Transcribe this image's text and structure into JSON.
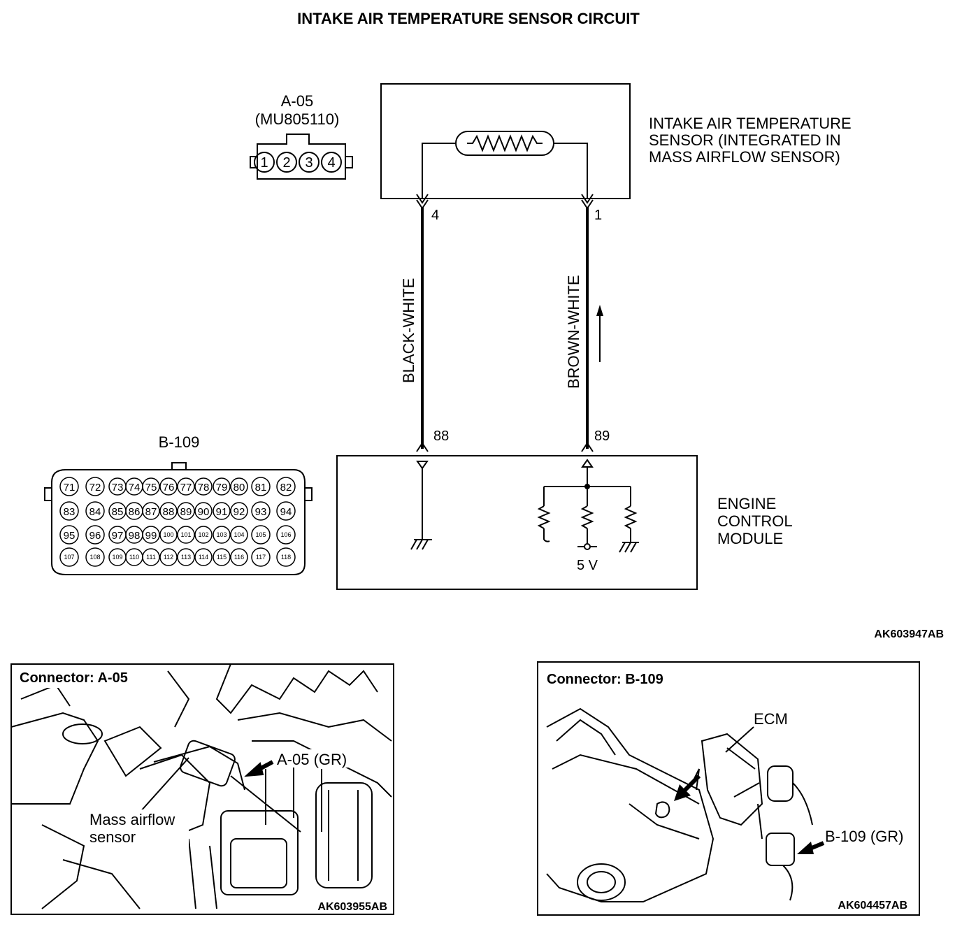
{
  "title": "INTAKE AIR TEMPERATURE SENSOR CIRCUIT",
  "connector_a05": {
    "name": "A-05",
    "part": "(MU805110)",
    "pins": [
      "1",
      "2",
      "3",
      "4"
    ]
  },
  "sensor": {
    "label_lines": [
      "INTAKE AIR TEMPERATURE",
      "SENSOR (INTEGRATED IN",
      "MASS AIRFLOW SENSOR)"
    ],
    "pin_left": "4",
    "pin_right": "1"
  },
  "wires": {
    "left": "BLACK-WHITE",
    "right": "BROWN-WHITE"
  },
  "ecm": {
    "label_lines": [
      "ENGINE",
      "CONTROL",
      "MODULE"
    ],
    "pin_left": "88",
    "pin_right": "89",
    "voltage": "5 V"
  },
  "connector_b109": {
    "name": "B-109",
    "rows": [
      [
        "71",
        "72",
        "73",
        "74",
        "75",
        "76",
        "77",
        "78",
        "79",
        "80",
        "81",
        "82"
      ],
      [
        "83",
        "84",
        "85",
        "86",
        "87",
        "88",
        "89",
        "90",
        "91",
        "92",
        "93",
        "94"
      ],
      [
        "95",
        "96",
        "97",
        "98",
        "99",
        "100",
        "101",
        "102",
        "103",
        "104",
        "105",
        "106"
      ],
      [
        "107",
        "108",
        "109",
        "110",
        "111",
        "112",
        "113",
        "114",
        "115",
        "116",
        "117",
        "118"
      ]
    ]
  },
  "diagram_code": "AK603947AB",
  "photo_left": {
    "title": "Connector: A-05",
    "callout": "A-05 (GR)",
    "label_lines": [
      "Mass airflow",
      "sensor"
    ],
    "code": "AK603955AB"
  },
  "photo_right": {
    "title": "Connector: B-109",
    "ecm_label": "ECM",
    "callout": "B-109 (GR)",
    "code": "AK604457AB"
  }
}
